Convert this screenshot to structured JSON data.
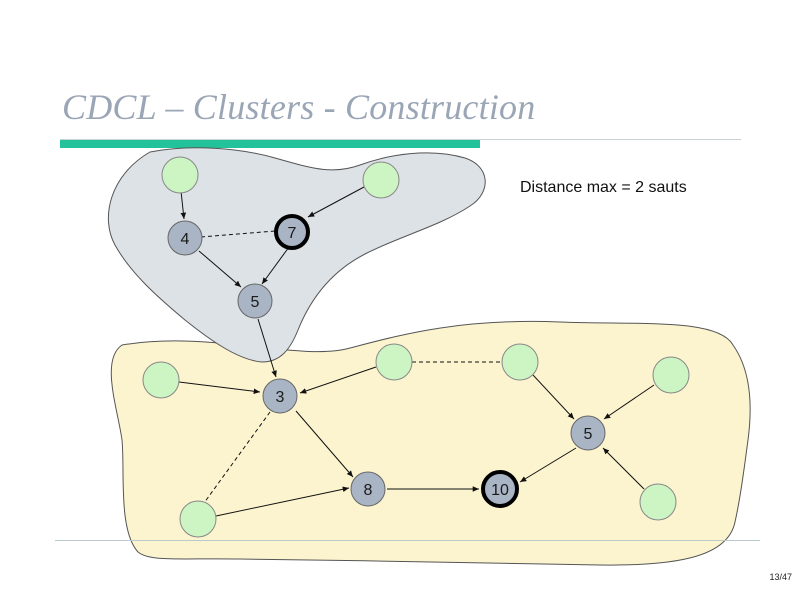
{
  "slide": {
    "title": "CDCL – Clusters - Construction",
    "page_number": "13/47"
  },
  "diagram": {
    "note": "Distance max = 2 sauts",
    "colors": {
      "cluster_top_fill": "#dde2e7",
      "cluster_bottom_fill": "#fcf4cf",
      "member_node_fill": "#cdf4c3",
      "labeled_node_fill": "#a9b4c4",
      "edge_color": "#111111"
    },
    "labeled_nodes": [
      {
        "label": "4",
        "cluster": "top",
        "role": "regular"
      },
      {
        "label": "7",
        "cluster": "top",
        "role": "cluster-head"
      },
      {
        "label": "5",
        "cluster": "top",
        "role": "regular"
      },
      {
        "label": "3",
        "cluster": "bottom",
        "role": "regular"
      },
      {
        "label": "5",
        "cluster": "bottom",
        "role": "regular"
      },
      {
        "label": "8",
        "cluster": "bottom",
        "role": "regular"
      },
      {
        "label": "10",
        "cluster": "bottom",
        "role": "cluster-head"
      }
    ]
  }
}
